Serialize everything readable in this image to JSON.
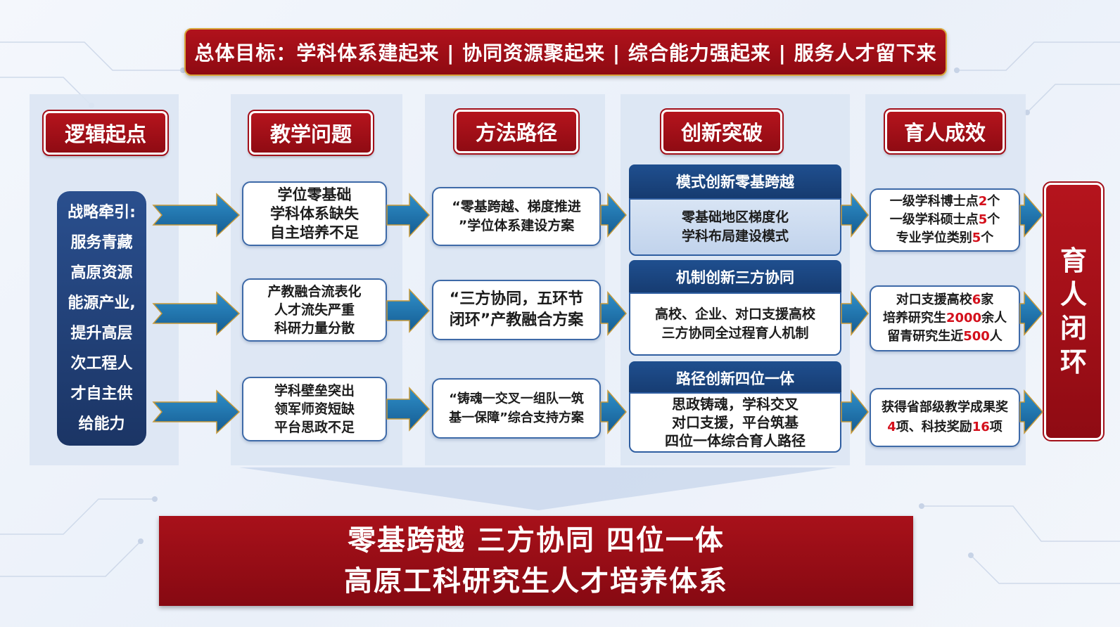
{
  "goal": "总体目标：学科体系建起来 | 协同资源聚起来 | 综合能力强起来 | 服务人才留下来",
  "headers": {
    "logic": "逻辑起点",
    "problem": "教学问题",
    "method": "方法路径",
    "innovation": "创新突破",
    "outcome": "育人成效"
  },
  "start": {
    "lines": [
      "战略牵引:",
      "服务青藏",
      "高原资源",
      "能源产业,",
      "提升高层",
      "次工程人",
      "才自主供",
      "给能力"
    ]
  },
  "problems": [
    {
      "lines": [
        "学位零基础",
        "学科体系缺失",
        "自主培养不足"
      ]
    },
    {
      "lines": [
        "产教融合流表化",
        "人才流失严重",
        "科研力量分散"
      ]
    },
    {
      "lines": [
        "学科壁垒突出",
        "领军师资短缺",
        "平台思政不足"
      ]
    }
  ],
  "methods": [
    {
      "lines": [
        "“零基跨越、梯度推进",
        "”学位体系建设方案"
      ]
    },
    {
      "lines": [
        "“三方协同，五环节",
        "闭环”产教融合方案"
      ]
    },
    {
      "lines": [
        "“铸魂一交叉一组队一筑",
        "基一保障”综合支持方案"
      ]
    }
  ],
  "innovations": [
    {
      "title": "模式创新零基跨越",
      "lines": [
        "零基础地区梯度化",
        "学科布局建设模式"
      ]
    },
    {
      "title": "机制创新三方协同",
      "lines": [
        "高校、企业、对口支援高校",
        "三方协同全过程育人机制"
      ]
    },
    {
      "title": "路径创新四位一体",
      "lines": [
        "思政铸魂，学科交叉",
        "对口支援，平台筑基",
        "四位一体综合育人路径"
      ]
    }
  ],
  "outcomes": [
    {
      "rows": [
        {
          "pre": "一级学科博士点",
          "num": "2",
          "post": "个"
        },
        {
          "pre": "一级学科硕士点",
          "num": "5",
          "post": "个"
        },
        {
          "pre": "专业学位类别",
          "num": "5",
          "post": "个"
        }
      ]
    },
    {
      "rows": [
        {
          "pre": "对口支援高校",
          "num": "6",
          "post": "家"
        },
        {
          "pre": "培养研究生",
          "num": "2000",
          "post": "余人"
        },
        {
          "pre": "留青研究生近",
          "num": "500",
          "post": "人"
        }
      ]
    },
    {
      "rows": [
        {
          "pre": "获得省部级教学成果奖",
          "num": "",
          "post": ""
        },
        {
          "pre": "",
          "num": "4",
          "post": "项、科技奖励"
        },
        {
          "pre": "",
          "num": "16",
          "post": "项"
        }
      ]
    }
  ],
  "loop": [
    "育",
    "人",
    "闭",
    "环"
  ],
  "bottom": {
    "line1": "零基跨越 三方协同 四位一体",
    "line2": "高原工科研究生人才培养体系"
  },
  "colors": {
    "red": "#a3101a",
    "navy": "#1b3565",
    "accent_number": "#d4101c",
    "arrow": "#1f6fa8"
  }
}
